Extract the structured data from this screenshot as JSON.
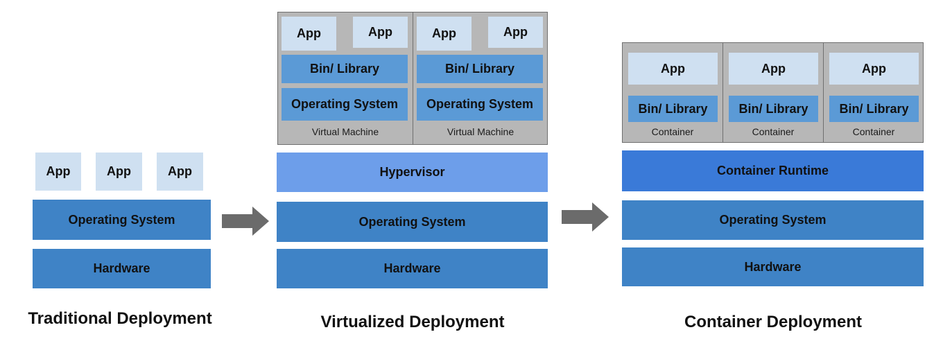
{
  "traditional": {
    "apps": [
      "App",
      "App",
      "App"
    ],
    "os": "Operating System",
    "hardware": "Hardware",
    "title": "Traditional Deployment"
  },
  "virtualized": {
    "vms": [
      {
        "apps": [
          "App",
          "App"
        ],
        "library": "Bin/ Library",
        "os": "Operating System",
        "caption": "Virtual Machine"
      },
      {
        "apps": [
          "App",
          "App"
        ],
        "library": "Bin/ Library",
        "os": "Operating System",
        "caption": "Virtual Machine"
      }
    ],
    "hypervisor": "Hypervisor",
    "os": "Operating System",
    "hardware": "Hardware",
    "title": "Virtualized Deployment"
  },
  "container": {
    "containers": [
      {
        "app": "App",
        "library": "Bin/ Library",
        "caption": "Container"
      },
      {
        "app": "App",
        "library": "Bin/ Library",
        "caption": "Container"
      },
      {
        "app": "App",
        "library": "Bin/ Library",
        "caption": "Container"
      }
    ],
    "runtime": "Container Runtime",
    "os": "Operating System",
    "hardware": "Hardware",
    "title": "Container Deployment"
  },
  "colors": {
    "app": "#cfe0f1",
    "layer": "#3f83c6",
    "library": "#5b9ad6",
    "hypervisor": "#6d9eea",
    "runtime": "#3a7ad8",
    "panel": "#b7b7b7",
    "arrow": "#6b6b6b"
  }
}
